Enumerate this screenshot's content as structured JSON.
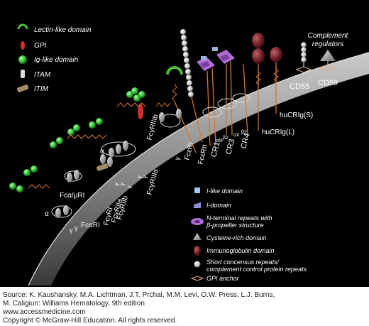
{
  "legend_left": [
    {
      "label": "Lectin-like domain",
      "icon": "lectin-domain-icon"
    },
    {
      "label": "GPI",
      "icon": "gpi-icon"
    },
    {
      "label": "Ig-like domain",
      "icon": "ig-like-domain-icon"
    },
    {
      "label": "ITAM",
      "icon": "itam-icon"
    },
    {
      "label": "ITIM",
      "icon": "itim-icon"
    }
  ],
  "legend_right": [
    {
      "label": "I-like domain",
      "icon": "i-like-domain-icon"
    },
    {
      "label": "I-domain",
      "icon": "i-domain-icon"
    },
    {
      "label": "N-terminal repeats with",
      "label2": "β-propeller structure",
      "icon": "beta-propeller-icon"
    },
    {
      "label": "Cysteine-rich domain",
      "icon": "cysteine-rich-domain-icon"
    },
    {
      "label": "Immunoglobulin domain",
      "icon": "immunoglobulin-domain-icon"
    },
    {
      "label": "Short concensus repeats/",
      "label2": "complement control protein repeats",
      "icon": "short-consensus-repeat-icon"
    },
    {
      "label": "GPI anchor",
      "icon": "gpi-anchor-icon"
    }
  ],
  "complement_title": [
    "Complement",
    "regulators"
  ],
  "receptors": {
    "cd55": "CD55",
    "cd59": "CD59",
    "hucrig_s": "huCRIg(S)",
    "hucrig_l": "huCRIg(L)",
    "cr4": "CR4",
    "cr3": "CR3",
    "cr1": "CR1",
    "fcrii": "FcεRII",
    "fcri_e": "FcεRI",
    "fcriiib": "FcγRIIIb",
    "fcriiia": "FcγRIIIa",
    "fcriib": "FcγRIIb",
    "fcriia": "FcγRIIa",
    "fcri_g": "FcγRI",
    "fcamur": "Fcα/μRI",
    "fcari": "FcαRI"
  },
  "subunits": {
    "alpha": "α",
    "beta": "β",
    "gamma": "γ",
    "alpha_m": "αM",
    "alpha_x": "αX",
    "beta2": "β2"
  },
  "caption": [
    "Source: K. Kaushansky, M.A. Lichtman, J.T. Prchal, M.M. Levi, O.W. Press, L.J. Burns,",
    "M. Caligiuri: Williams Hematology, 9th edition",
    "www.accessmedicine.com",
    "Copyright © McGraw-Hill Education.  All rights reserved."
  ],
  "colors": {
    "background": "#000000",
    "membrane": "#8a8a8a",
    "ig_like_green": "#3fc43f",
    "lectin_green": "#4fb93a",
    "gpi_red": "#d42b2b",
    "receptor_orange": "#d8742a",
    "immunoglobulin_maroon": "#6d1d22",
    "propeller_purple": "#b36fd6"
  }
}
